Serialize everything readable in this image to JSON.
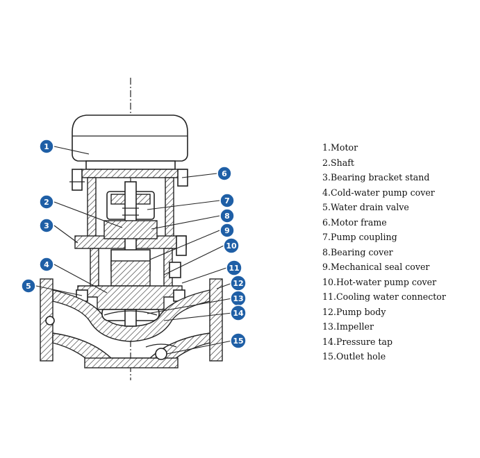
{
  "callouts": [
    {
      "number": "1",
      "label": "1.Motor"
    },
    {
      "number": "2",
      "label": "2.Shaft"
    },
    {
      "number": "3",
      "label": "3.Bearing bracket stand"
    },
    {
      "number": "4",
      "label": "4.Cold-water pump cover"
    },
    {
      "number": "5",
      "label": "5.Water drain valve"
    },
    {
      "number": "6",
      "label": "6.Motor frame"
    },
    {
      "number": "7",
      "label": "7.Pump coupling"
    },
    {
      "number": "8",
      "label": "8.Bearing cover"
    },
    {
      "number": "9",
      "label": "9.Mechanical seal cover"
    },
    {
      "number": "10",
      "label": "10.Hot-water pump cover"
    },
    {
      "number": "11",
      "label": "11.Cooling water connector"
    },
    {
      "number": "12",
      "label": "12.Pump body"
    },
    {
      "number": "13",
      "label": "13.Impeller"
    },
    {
      "number": "14",
      "label": "14.Pressure tap"
    },
    {
      "number": "15",
      "label": "15.Outlet hole"
    }
  ],
  "colors": {
    "badge": "#1f5fa6",
    "line": "#222222"
  }
}
